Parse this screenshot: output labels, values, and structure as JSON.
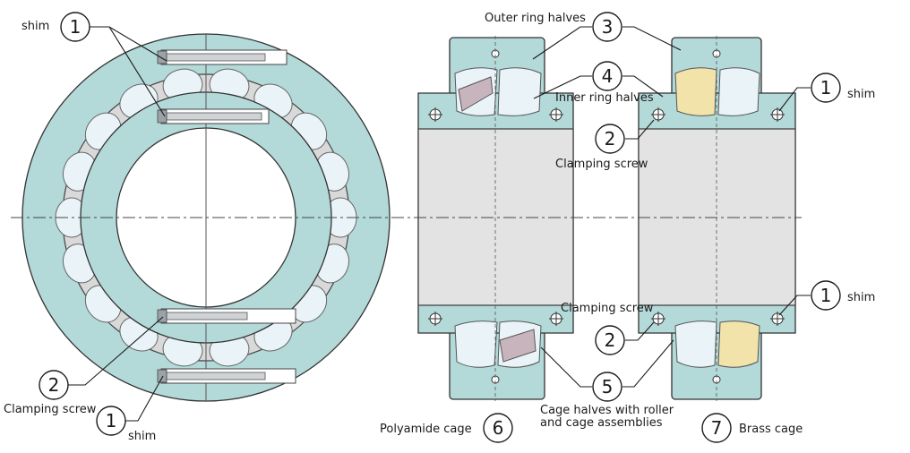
{
  "callouts": {
    "c1": "1",
    "c2": "2",
    "c3": "3",
    "c4": "4",
    "c5": "5",
    "c6": "6",
    "c7": "7"
  },
  "labels": {
    "shim": "shim",
    "clamping_screw": "Clamping screw",
    "outer_ring_halves": "Outer ring halves",
    "inner_ring_halves": "Inner ring halves",
    "cage_halves_line1": "Cage halves with roller",
    "cage_halves_line2": "and cage assemblies",
    "polyamide_cage": "Polyamide cage",
    "brass_cage": "Brass cage"
  },
  "colors": {
    "ring": "#b3d9d9",
    "bore": "#e3e3e3",
    "polyamide": "#c8b4bc",
    "brass": "#f1e3a9",
    "roller": "#eaf4f8"
  }
}
